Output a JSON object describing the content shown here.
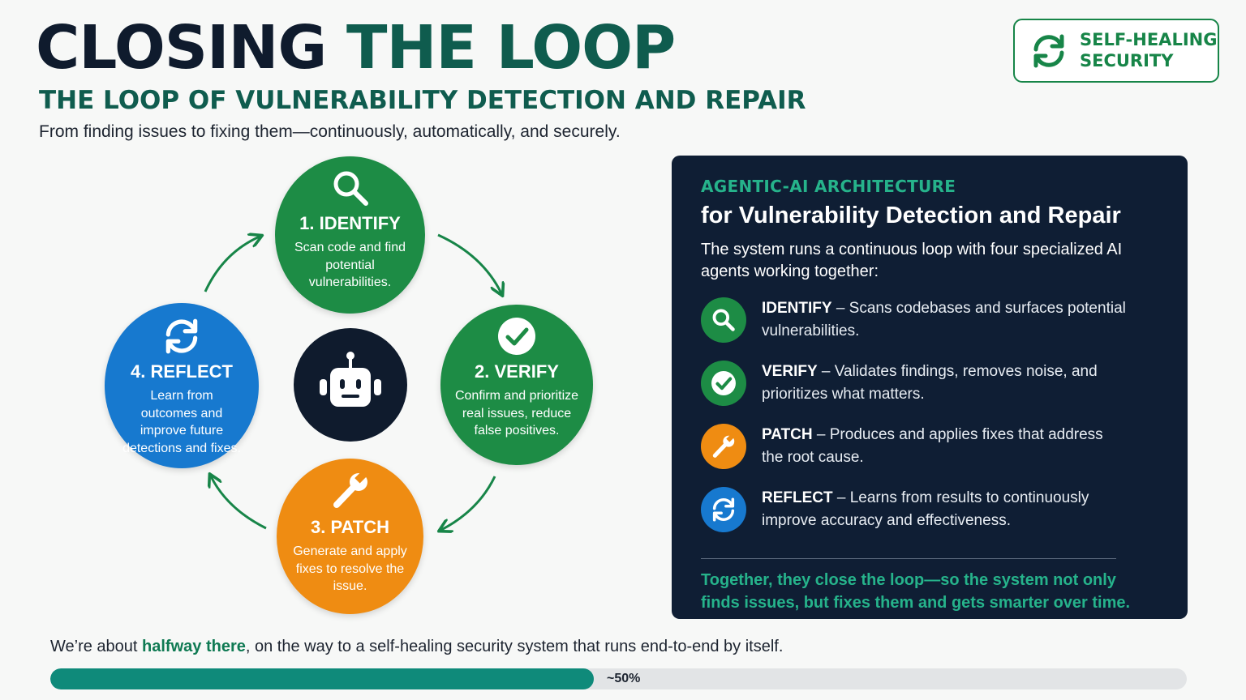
{
  "header": {
    "title_part1": "CLOSING ",
    "title_part2": "THE LOOP",
    "subtitle": "THE LOOP OF VULNERABILITY DETECTION AND REPAIR",
    "tagline": "From finding issues to fixing them—continuously, automatically, and securely."
  },
  "badge": {
    "line1": "SELF-HEALING",
    "line2": "SECURITY",
    "icon": "refresh-icon"
  },
  "loop": {
    "steps": [
      {
        "title": "1. IDENTIFY",
        "desc": "Scan code and find potential vulnerabilities.",
        "icon": "search-icon",
        "color": "#1d8c45"
      },
      {
        "title": "2. VERIFY",
        "desc": "Confirm and prioritize real issues, reduce false positives.",
        "icon": "check-icon",
        "color": "#1d8c45"
      },
      {
        "title": "3. PATCH",
        "desc": "Generate and apply fixes to resolve the issue.",
        "icon": "wrench-icon",
        "color": "#ef8c12"
      },
      {
        "title": "4. REFLECT",
        "desc": "Learn from outcomes and improve future detections and fixes.",
        "icon": "refresh-icon",
        "color": "#1779cf"
      }
    ],
    "center_icon": "robot-icon"
  },
  "panel": {
    "eyebrow": "AGENTIC-AI ARCHITECTURE",
    "heading": "for Vulnerability Detection and Repair",
    "intro": "The system runs a continuous loop with four specialized AI agents working together:",
    "agents": [
      {
        "name": "IDENTIFY",
        "desc": " – Scans codebases and surfaces potential vulnerabilities.",
        "icon": "search-icon",
        "color": "#1d8c45"
      },
      {
        "name": "VERIFY",
        "desc": " – Validates findings, removes noise, and prioritizes what matters.",
        "icon": "check-icon",
        "color": "#1d8c45"
      },
      {
        "name": "PATCH",
        "desc": " – Produces and applies fixes that address the root cause.",
        "icon": "wrench-icon",
        "color": "#ef8c12"
      },
      {
        "name": "REFLECT",
        "desc": " – Learns from results to continuously improve accuracy and effectiveness.",
        "icon": "refresh-icon",
        "color": "#1779cf"
      }
    ],
    "footer": "Together, they close the loop—so the system not only finds issues, but fixes them and gets smarter over time."
  },
  "progress": {
    "text_before": "We’re about ",
    "highlight": "halfway there",
    "text_after": ", on the way to a self-healing security system that runs end-to-end by itself.",
    "label": "~50%",
    "fraction": 0.5,
    "color": "#0f8a7a"
  }
}
